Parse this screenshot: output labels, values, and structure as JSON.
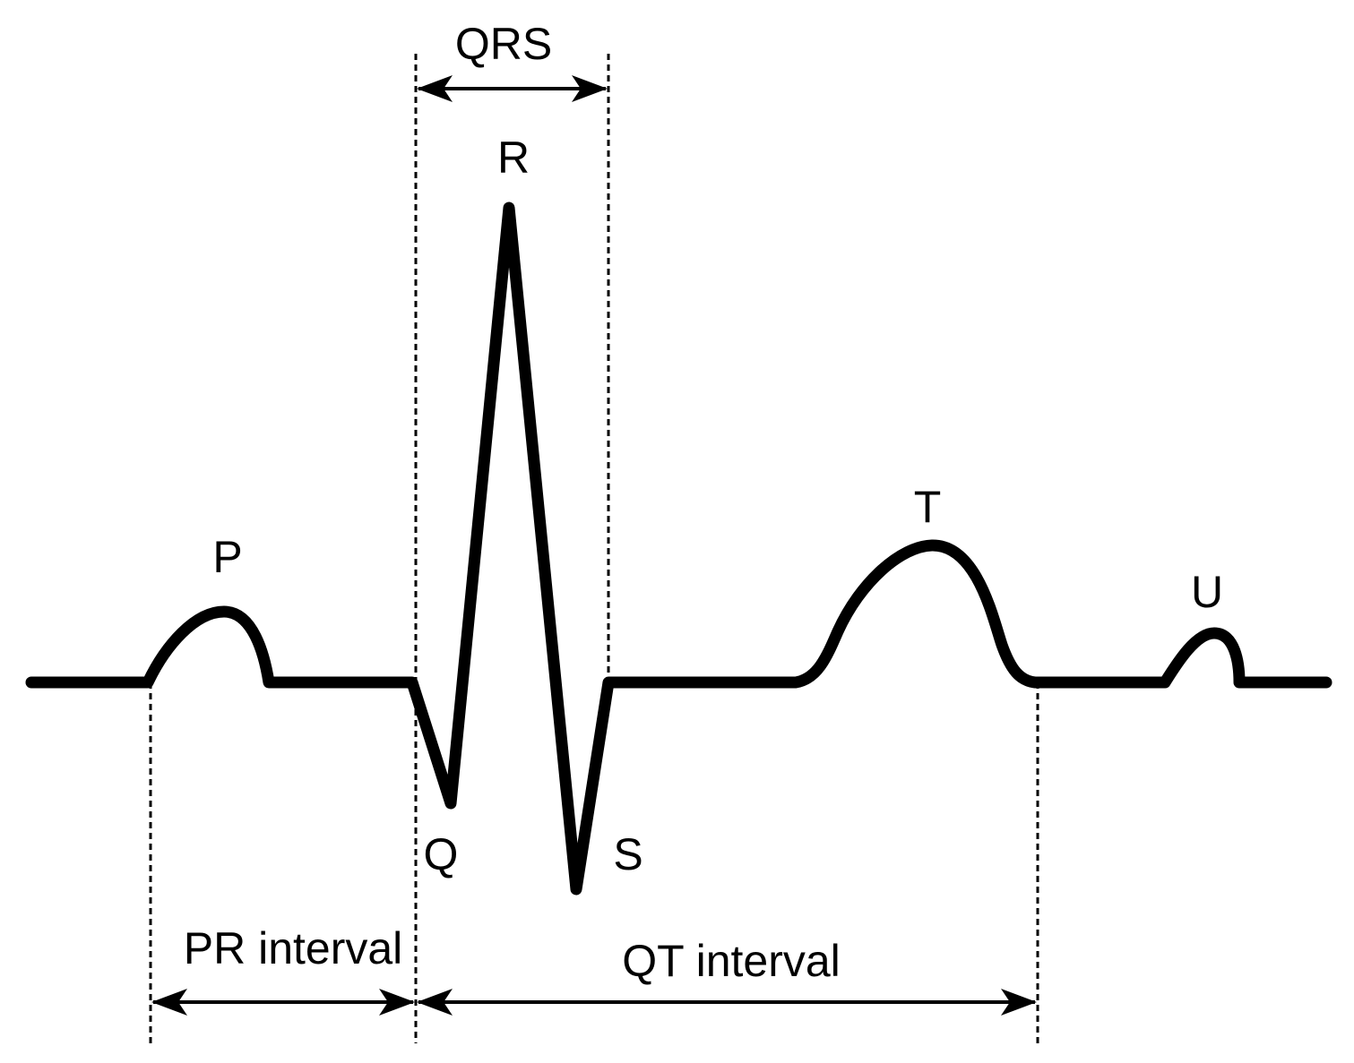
{
  "waves": {
    "p": "P",
    "q": "Q",
    "r": "R",
    "s": "S",
    "t": "T",
    "u": "U"
  },
  "intervals": {
    "qrs": "QRS",
    "pr": "PR interval",
    "qt": "QT interval"
  },
  "colors": {
    "stroke": "#000000",
    "background": "#ffffff"
  }
}
